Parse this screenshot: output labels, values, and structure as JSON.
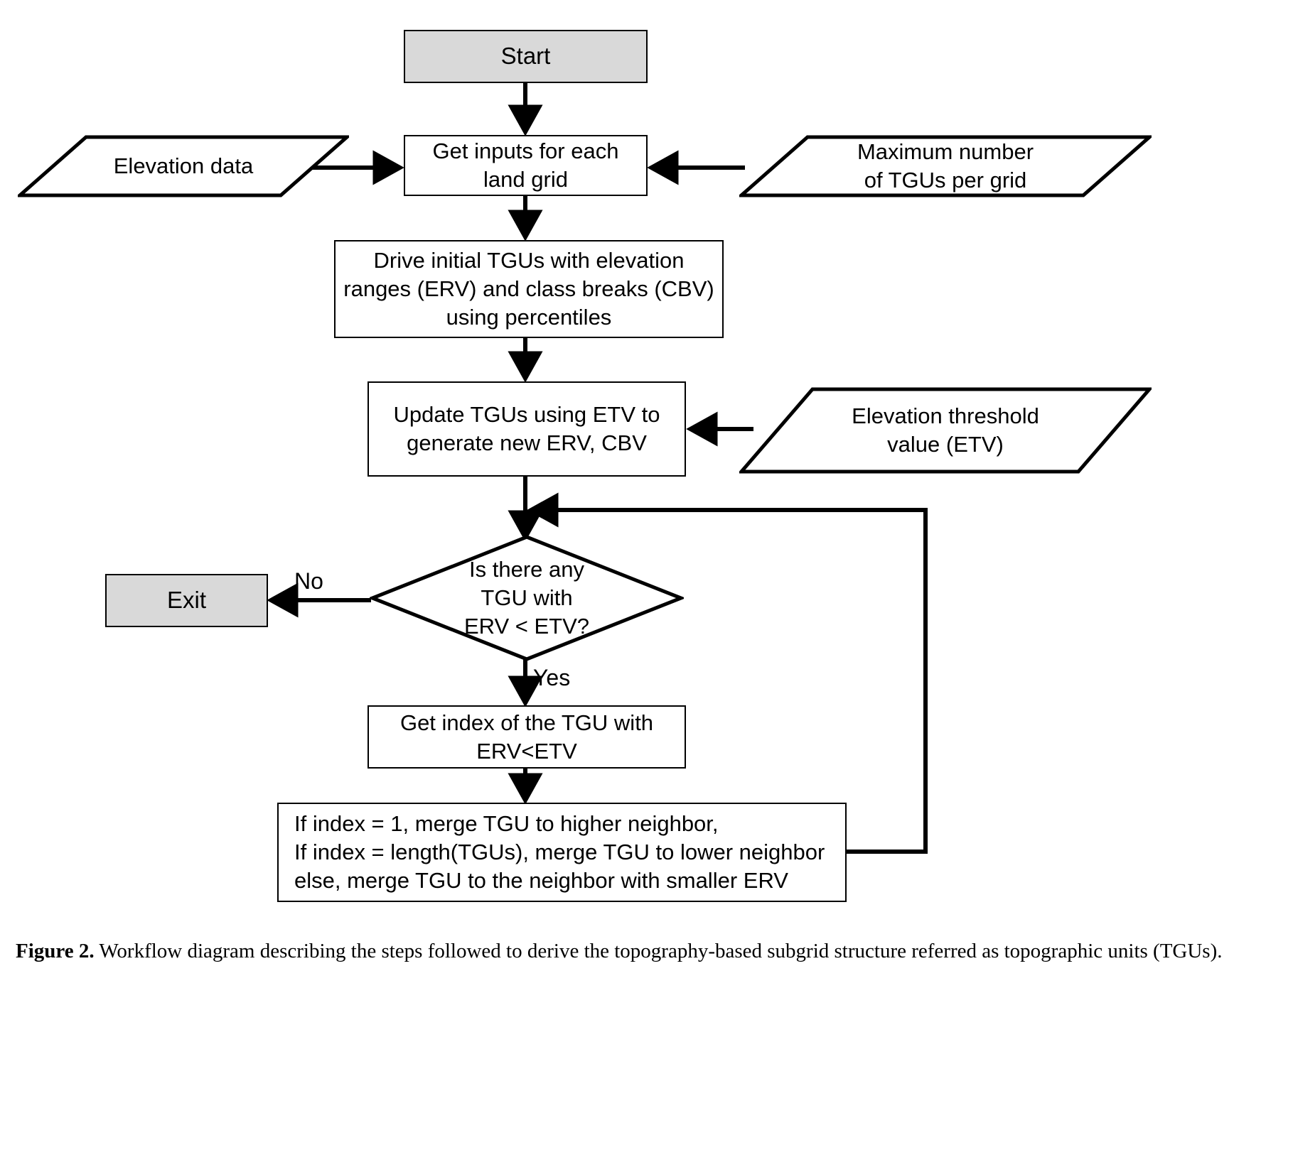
{
  "figure": {
    "label": "Figure 2.",
    "caption": "Workflow diagram describing the steps followed to derive the topography-based subgrid structure referred as topographic units (TGUs)."
  },
  "diagram": {
    "type": "flowchart",
    "colors": {
      "terminator_fill": "#d9d9d9",
      "process_fill": "#ffffff",
      "stroke": "#000000",
      "background": "#ffffff"
    },
    "nodes": {
      "start": {
        "id": "start",
        "shape": "terminator",
        "label": "Start"
      },
      "get_inputs": {
        "id": "get_inputs",
        "shape": "process",
        "label": "Get inputs for each\nland grid"
      },
      "elevation_data": {
        "id": "elevation_data",
        "shape": "data",
        "label": "Elevation data"
      },
      "max_tgus": {
        "id": "max_tgus",
        "shape": "data",
        "label": "Maximum number\nof TGUs per grid"
      },
      "drive_initial": {
        "id": "drive_initial",
        "shape": "process",
        "label": "Drive initial TGUs with elevation\nranges (ERV) and  class breaks (CBV)\nusing percentiles"
      },
      "update_tgus": {
        "id": "update_tgus",
        "shape": "process",
        "label": "Update TGUs using ETV to\ngenerate new ERV,  CBV"
      },
      "etv_input": {
        "id": "etv_input",
        "shape": "data",
        "label": "Elevation threshold\nvalue (ETV)"
      },
      "decision": {
        "id": "decision",
        "shape": "decision",
        "label": "Is there any\nTGU with\nERV < ETV?"
      },
      "exit": {
        "id": "exit",
        "shape": "terminator",
        "label": "Exit"
      },
      "get_index": {
        "id": "get_index",
        "shape": "process",
        "label": "Get index of the TGU with\nERV<ETV"
      },
      "merge_rules": {
        "id": "merge_rules",
        "shape": "process",
        "label": "If index = 1, merge TGU to higher neighbor,\nIf index = length(TGUs), merge TGU to lower neighbor\nelse, merge TGU to the neighbor with smaller ERV"
      }
    },
    "edge_labels": {
      "no": "No",
      "yes": "Yes"
    },
    "edges": [
      {
        "from": "start",
        "to": "get_inputs",
        "label": ""
      },
      {
        "from": "elevation_data",
        "to": "get_inputs",
        "label": ""
      },
      {
        "from": "max_tgus",
        "to": "get_inputs",
        "label": ""
      },
      {
        "from": "get_inputs",
        "to": "drive_initial",
        "label": ""
      },
      {
        "from": "drive_initial",
        "to": "update_tgus",
        "label": ""
      },
      {
        "from": "etv_input",
        "to": "update_tgus",
        "label": ""
      },
      {
        "from": "update_tgus",
        "to": "decision",
        "label": ""
      },
      {
        "from": "decision",
        "to": "exit",
        "label": "No"
      },
      {
        "from": "decision",
        "to": "get_index",
        "label": "Yes"
      },
      {
        "from": "get_index",
        "to": "merge_rules",
        "label": ""
      },
      {
        "from": "merge_rules",
        "to": "decision",
        "label": ""
      }
    ]
  }
}
